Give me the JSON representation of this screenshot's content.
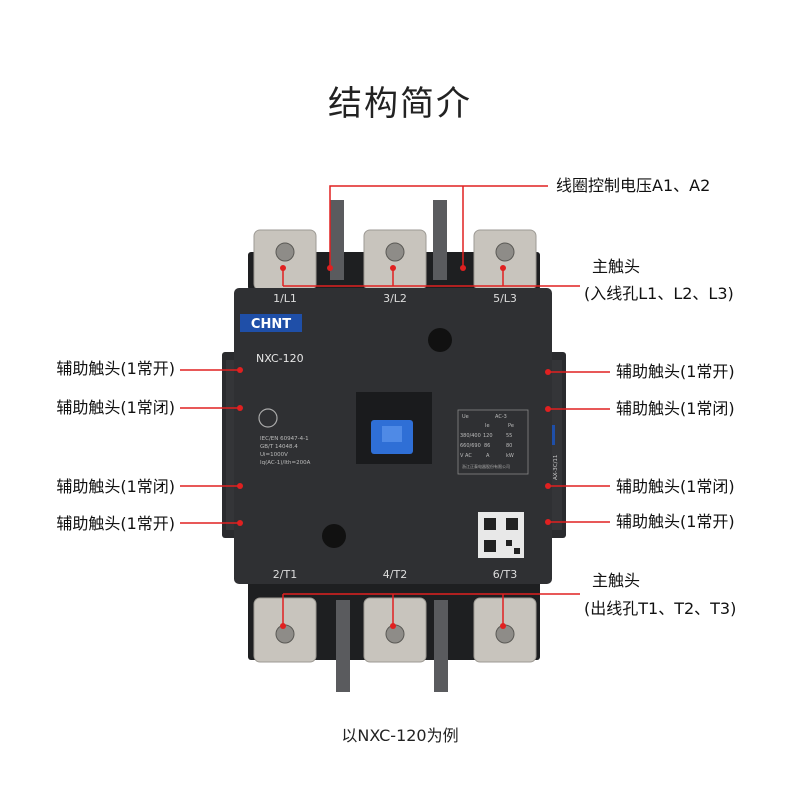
{
  "title": "结构简介",
  "footer": "以NXC-120为例",
  "labels": {
    "coil": "线圈控制电压A1、A2",
    "main_in_1": "主触头",
    "main_in_2": "(入线孔L1、L2、L3)",
    "main_out_1": "主触头",
    "main_out_2": "(出线孔T1、T2、T3)",
    "aux_no": "辅助触头(1常开)",
    "aux_nc": "辅助触头(1常闭)"
  },
  "device": {
    "brand": "CHNT",
    "model": "NXC-120",
    "terminals_top": [
      "1/L1",
      "3/L2",
      "5/L3"
    ],
    "terminals_bottom": [
      "2/T1",
      "4/T2",
      "6/T3"
    ],
    "aux_module": "AX-3C/11",
    "spec_lines": [
      "IEC/EN 60947-4-1",
      "GB/T 14048.4",
      "Ui=1000V",
      "Iq(AC-1)/Ith=200A"
    ],
    "table_header": [
      "Ue",
      "AC-3"
    ],
    "table_sub": [
      "",
      "Ie",
      "Pe"
    ],
    "table_rows": [
      [
        "380/400",
        "120",
        "55"
      ],
      [
        "660/690",
        "86",
        "80"
      ],
      [
        "V AC",
        "A",
        "kW"
      ]
    ],
    "maker": "浙江正泰电器股份有限公司"
  },
  "colors": {
    "body": "#2f3033",
    "body_dark": "#1e1f21",
    "accent_line": "#e02020",
    "brand_blue": "#1f4fa8",
    "actuator_blue": "#2f6fd6",
    "terminal_plate": "#c8c4bd"
  }
}
